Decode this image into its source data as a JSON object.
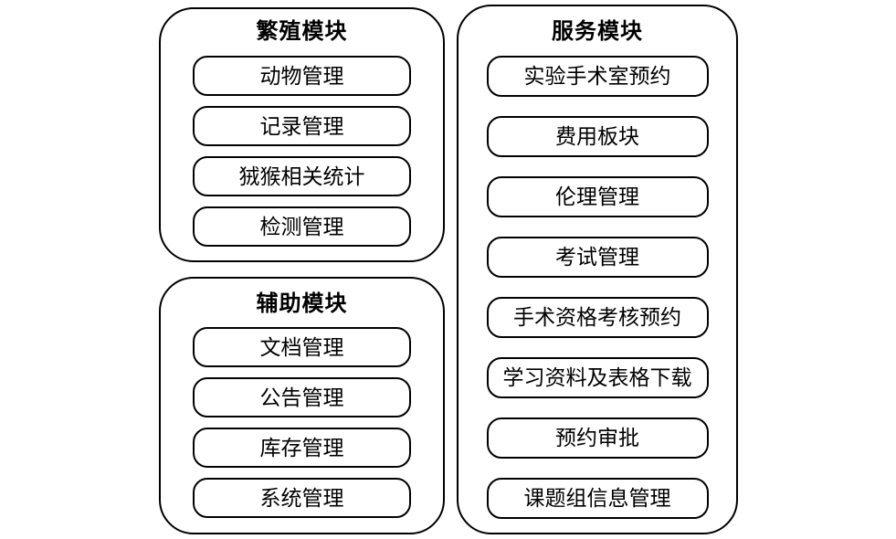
{
  "colors": {
    "border": "#000000",
    "background": "#ffffff",
    "text": "#000000"
  },
  "modules": [
    {
      "title": "繁殖模块",
      "items": [
        "动物管理",
        "记录管理",
        "狨猴相关统计",
        "检测管理"
      ]
    },
    {
      "title": "辅助模块",
      "items": [
        "文档管理",
        "公告管理",
        "库存管理",
        "系统管理"
      ]
    },
    {
      "title": "服务模块",
      "items": [
        "实验手术室预约",
        "费用板块",
        "伦理管理",
        "考试管理",
        "手术资格考核预约",
        "学习资料及表格下载",
        "预约审批",
        "课题组信息管理"
      ]
    }
  ]
}
